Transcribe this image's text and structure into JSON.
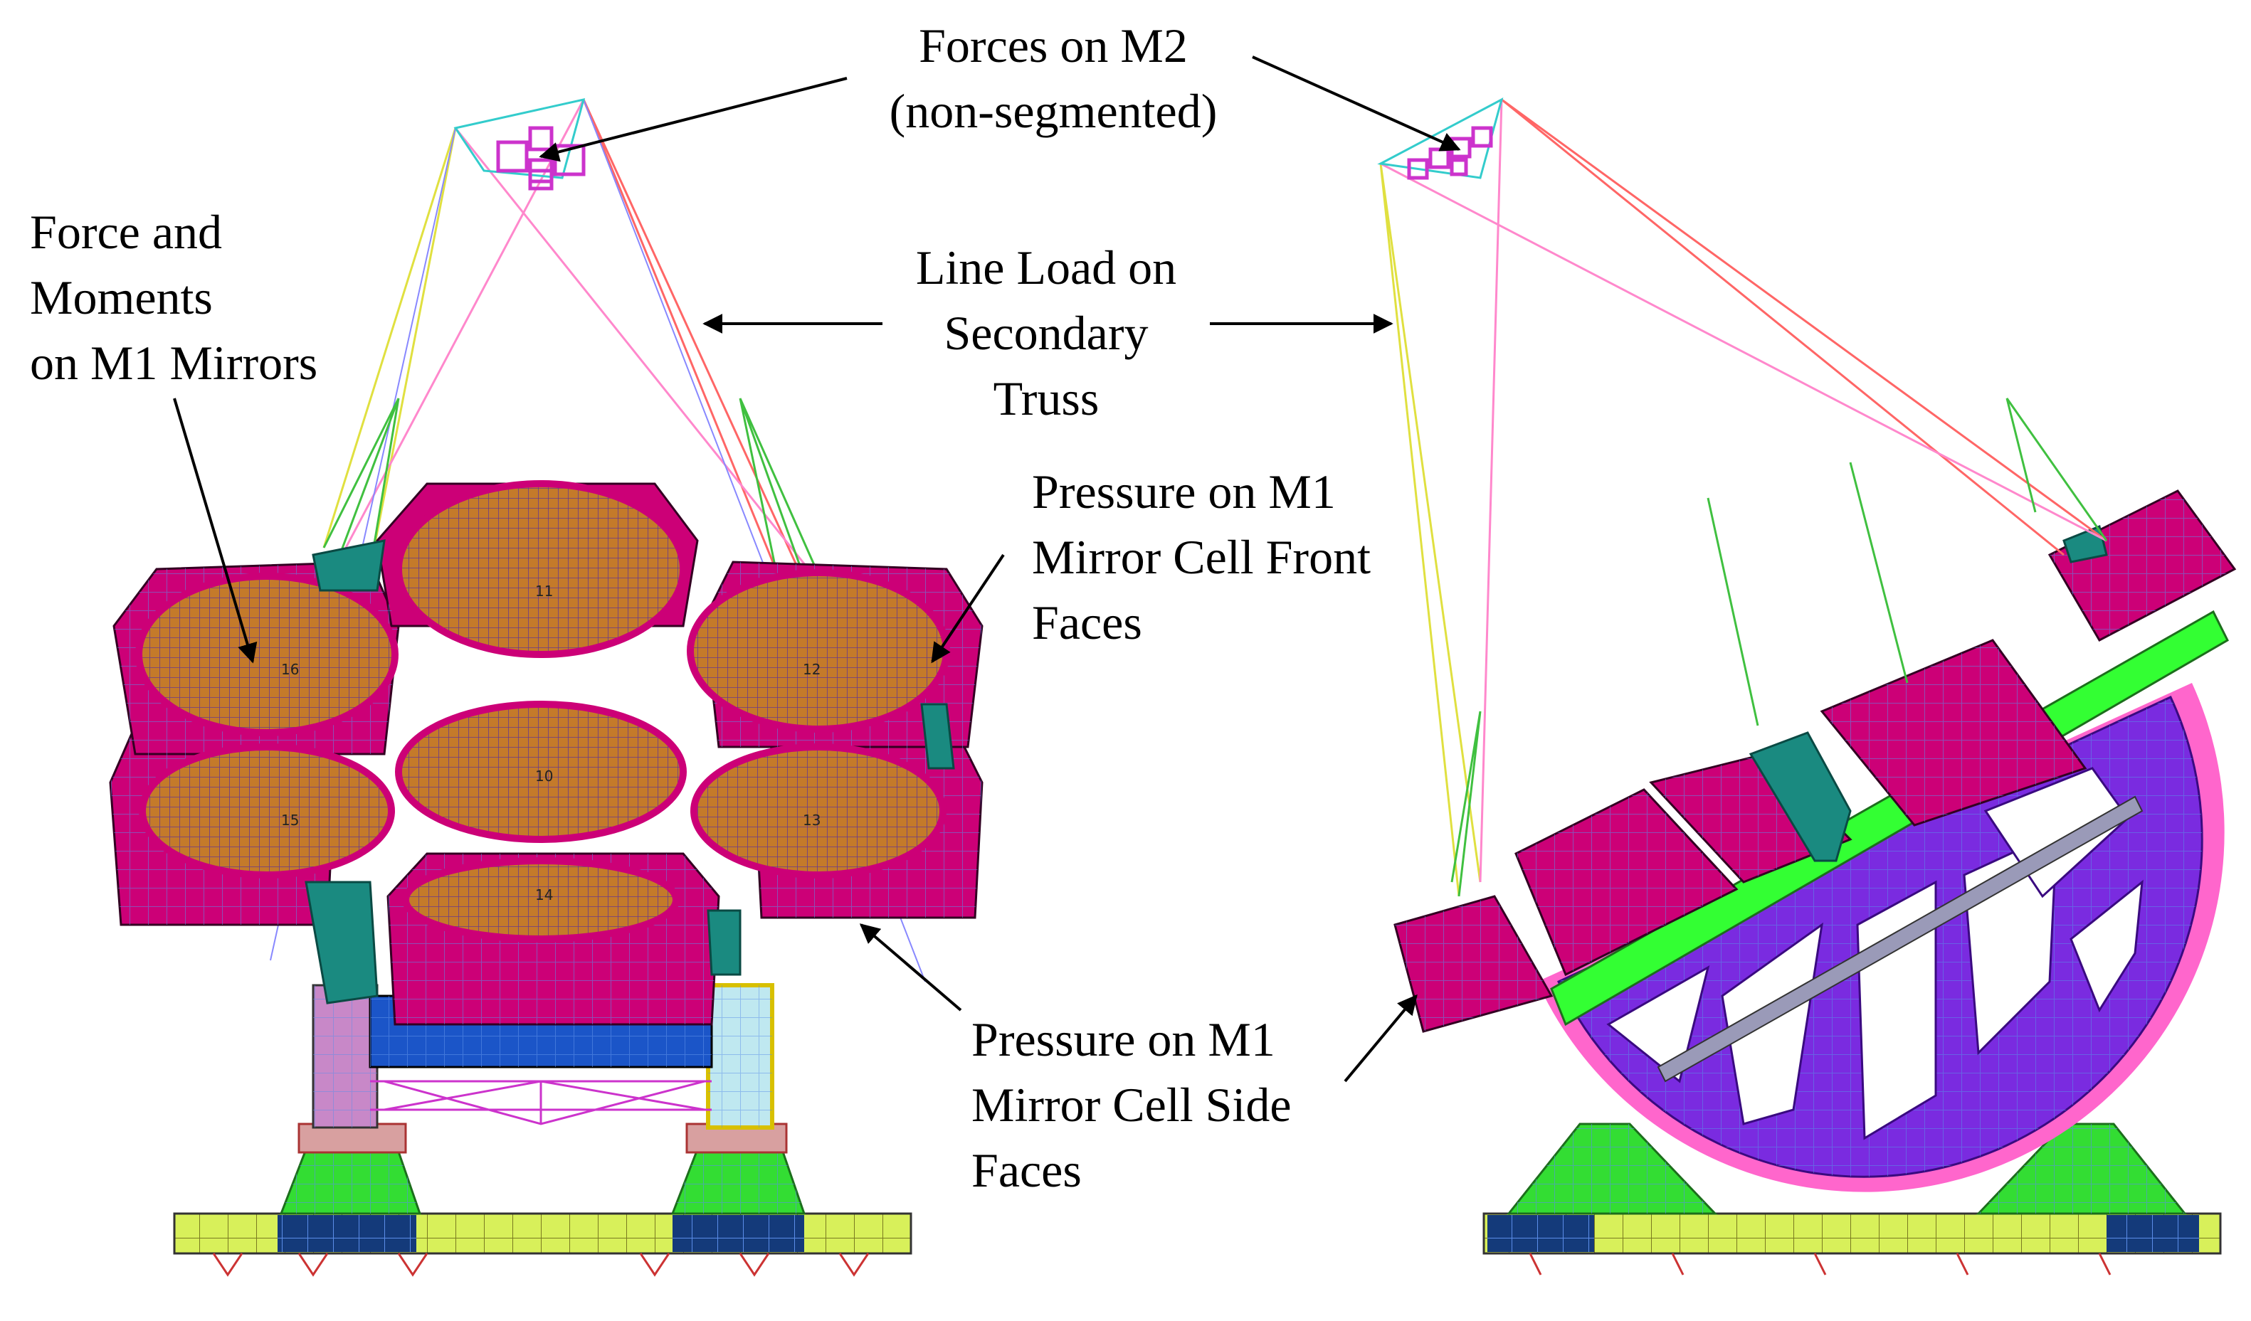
{
  "labels": {
    "m2_forces": [
      "Forces on M2",
      "(non-segmented)"
    ],
    "m1_force_moments": [
      "Force and",
      "Moments",
      "on M1 Mirrors"
    ],
    "line_load": [
      "Line Load on",
      "Secondary",
      "Truss"
    ],
    "front_faces": [
      "Pressure on M1",
      "Mirror Cell Front",
      "Faces"
    ],
    "side_faces": [
      "Pressure on M1",
      "Mirror Cell Side",
      "Faces"
    ]
  },
  "segment_numbers": [
    "11",
    "16",
    "12",
    "10",
    "15",
    "13",
    "14"
  ],
  "colors": {
    "mirror_cell": "#cc0077",
    "mirror_face": "#c47a2a",
    "mesh": "#5b8de8",
    "green_steel": "#33dd33",
    "teal": "#1a8a80",
    "purple_structure": "#7a2be0",
    "pink_rim": "#ff66cc",
    "base_yellow": "#d8f05a",
    "base_blue": "#143a7a"
  }
}
